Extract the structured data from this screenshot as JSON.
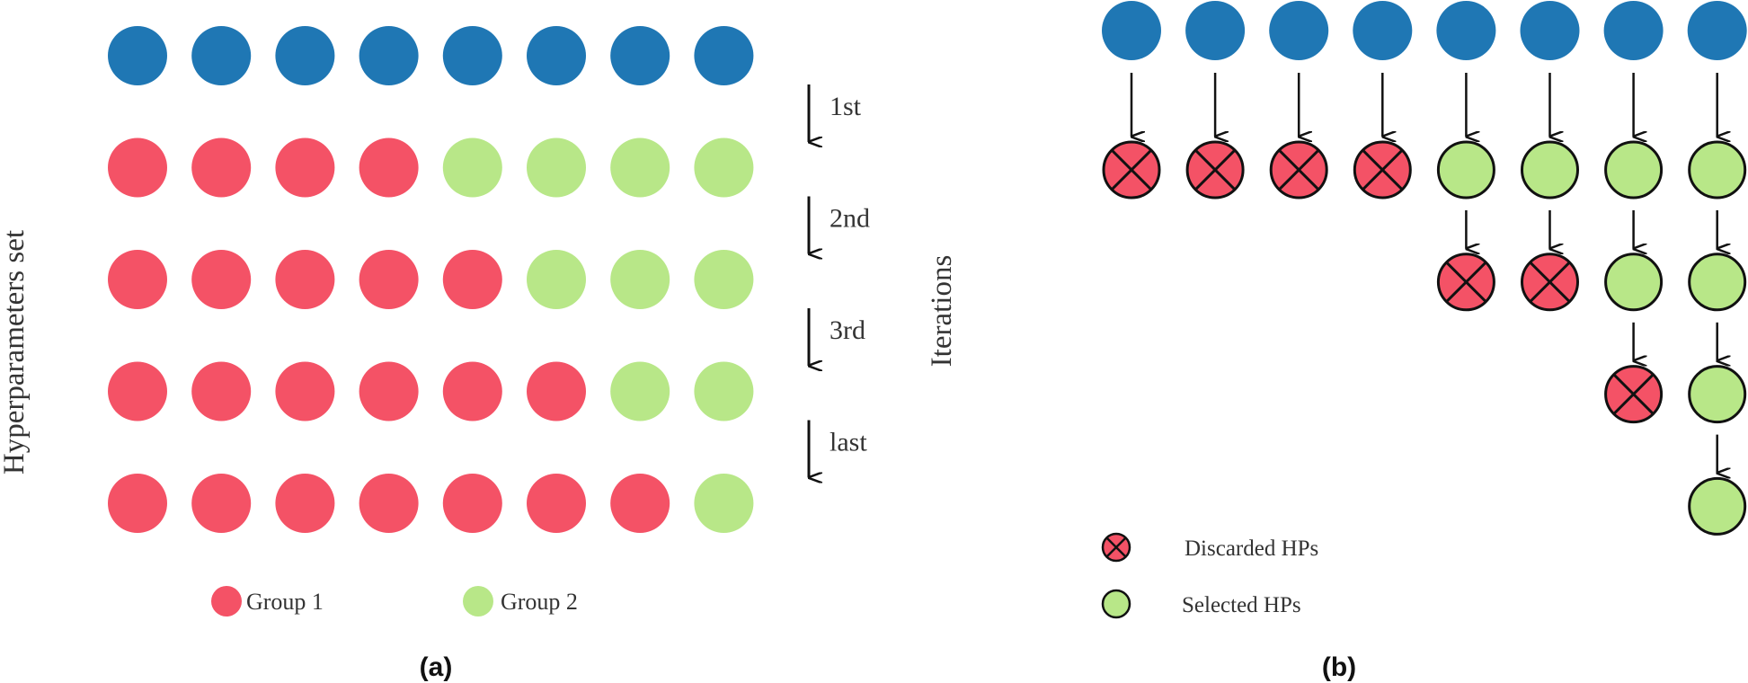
{
  "colors": {
    "blue": "#1f77b4",
    "red": "#f45266",
    "green": "#b8e788",
    "stroke": "#111111",
    "text": "#333333"
  },
  "panel_a": {
    "label": "(a)",
    "ylabel": "Hyperparameters set",
    "iterations_label": "Iterations",
    "rows": [
      [
        "blue",
        "blue",
        "blue",
        "blue",
        "blue",
        "blue",
        "blue",
        "blue"
      ],
      [
        "red",
        "red",
        "red",
        "red",
        "green",
        "green",
        "green",
        "green"
      ],
      [
        "red",
        "red",
        "red",
        "red",
        "red",
        "green",
        "green",
        "green"
      ],
      [
        "red",
        "red",
        "red",
        "red",
        "red",
        "red",
        "green",
        "green"
      ],
      [
        "red",
        "red",
        "red",
        "red",
        "red",
        "red",
        "red",
        "green"
      ]
    ],
    "steps": [
      "1st",
      "2nd",
      "3rd",
      "last"
    ],
    "legend": [
      {
        "label": "Group 1",
        "color": "red"
      },
      {
        "label": "Group 2",
        "color": "green"
      }
    ]
  },
  "panel_b": {
    "label": "(b)",
    "top_count": 8,
    "levels": [
      {
        "state": [
          "x",
          "x",
          "x",
          "x",
          "o",
          "o",
          "o",
          "o"
        ]
      },
      {
        "state": [
          null,
          null,
          null,
          null,
          "x",
          "x",
          "o",
          "o"
        ]
      },
      {
        "state": [
          null,
          null,
          null,
          null,
          null,
          null,
          "x",
          "o"
        ]
      },
      {
        "state": [
          null,
          null,
          null,
          null,
          null,
          null,
          null,
          "o"
        ]
      }
    ],
    "legend": [
      {
        "label": "Discarded HPs",
        "type": "x"
      },
      {
        "label": "Selected HPs",
        "type": "o"
      }
    ]
  }
}
